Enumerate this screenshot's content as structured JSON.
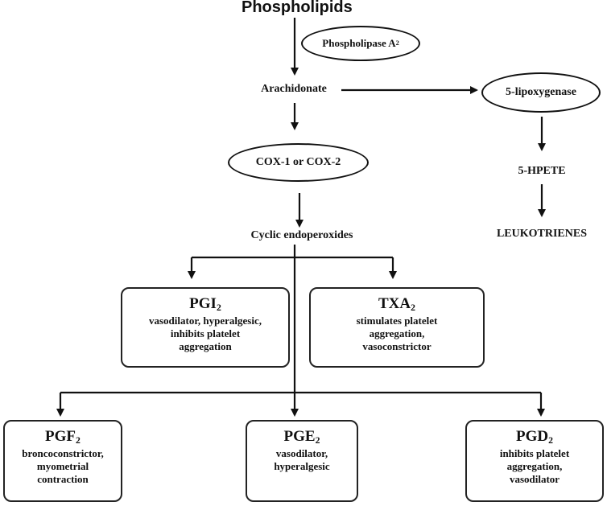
{
  "nodes": {
    "phospholipids": "Phospholipids",
    "phospholipase": {
      "text": "Phospholipase A",
      "sub": "2"
    },
    "arachidonate": "Arachidonate",
    "lipoxygenase": "5-lipoxygenase",
    "cox": "COX-1 or COX-2",
    "hpete": "5-HPETE",
    "leukotrienes": "LEUKOTRIENES",
    "cyclic": "Cyclic endoperoxides"
  },
  "boxes": {
    "pgi2": {
      "title": "PGI",
      "sub": "2",
      "desc": "vasodilator, hyperalgesic,\ninhibits platelet\naggregation"
    },
    "txa2": {
      "title": "TXA",
      "sub": "2",
      "desc": "stimulates platelet\naggregation,\nvasoconstrictor"
    },
    "pgf2": {
      "title": "PGF",
      "sub": "2",
      "desc": "broncoconstrictor,\nmyometrial\ncontraction"
    },
    "pge2": {
      "title": "PGE",
      "sub": "2",
      "desc": "vasodilator,\nhyperalgesic"
    },
    "pgd2": {
      "title": "PGD",
      "sub": "2",
      "desc": "inhibits platelet\naggregation,\nvasodilator"
    }
  }
}
